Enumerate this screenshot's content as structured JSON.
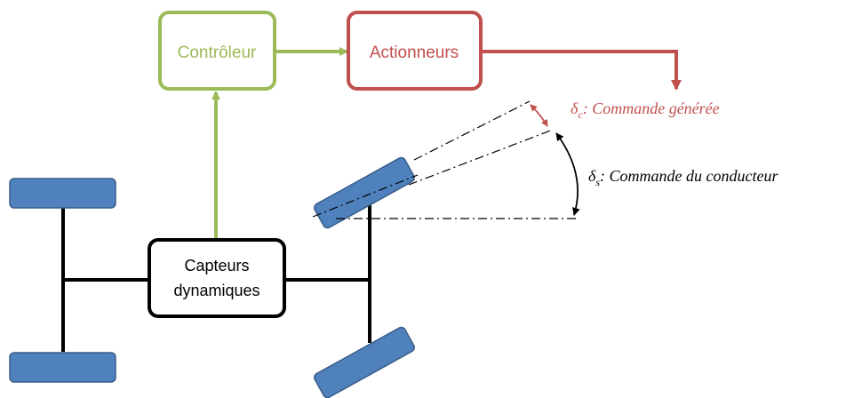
{
  "boxes": {
    "controleur": "Contrôleur",
    "actionneurs": "Actionneurs",
    "capteurs_line1": "Capteurs",
    "capteurs_line2": "dynamiques"
  },
  "angles": {
    "delta_c_symbol": "δ",
    "delta_c_sub": "c",
    "delta_c_text": ": Commande générée",
    "delta_s_symbol": "δ",
    "delta_s_sub": "s",
    "delta_s_text": ": Commande du conducteur"
  },
  "colors": {
    "green": "#9bbb59",
    "red": "#c0504d",
    "wheel_fill": "#4f81bd",
    "wheel_stroke": "#385d8a",
    "black": "#000000"
  }
}
